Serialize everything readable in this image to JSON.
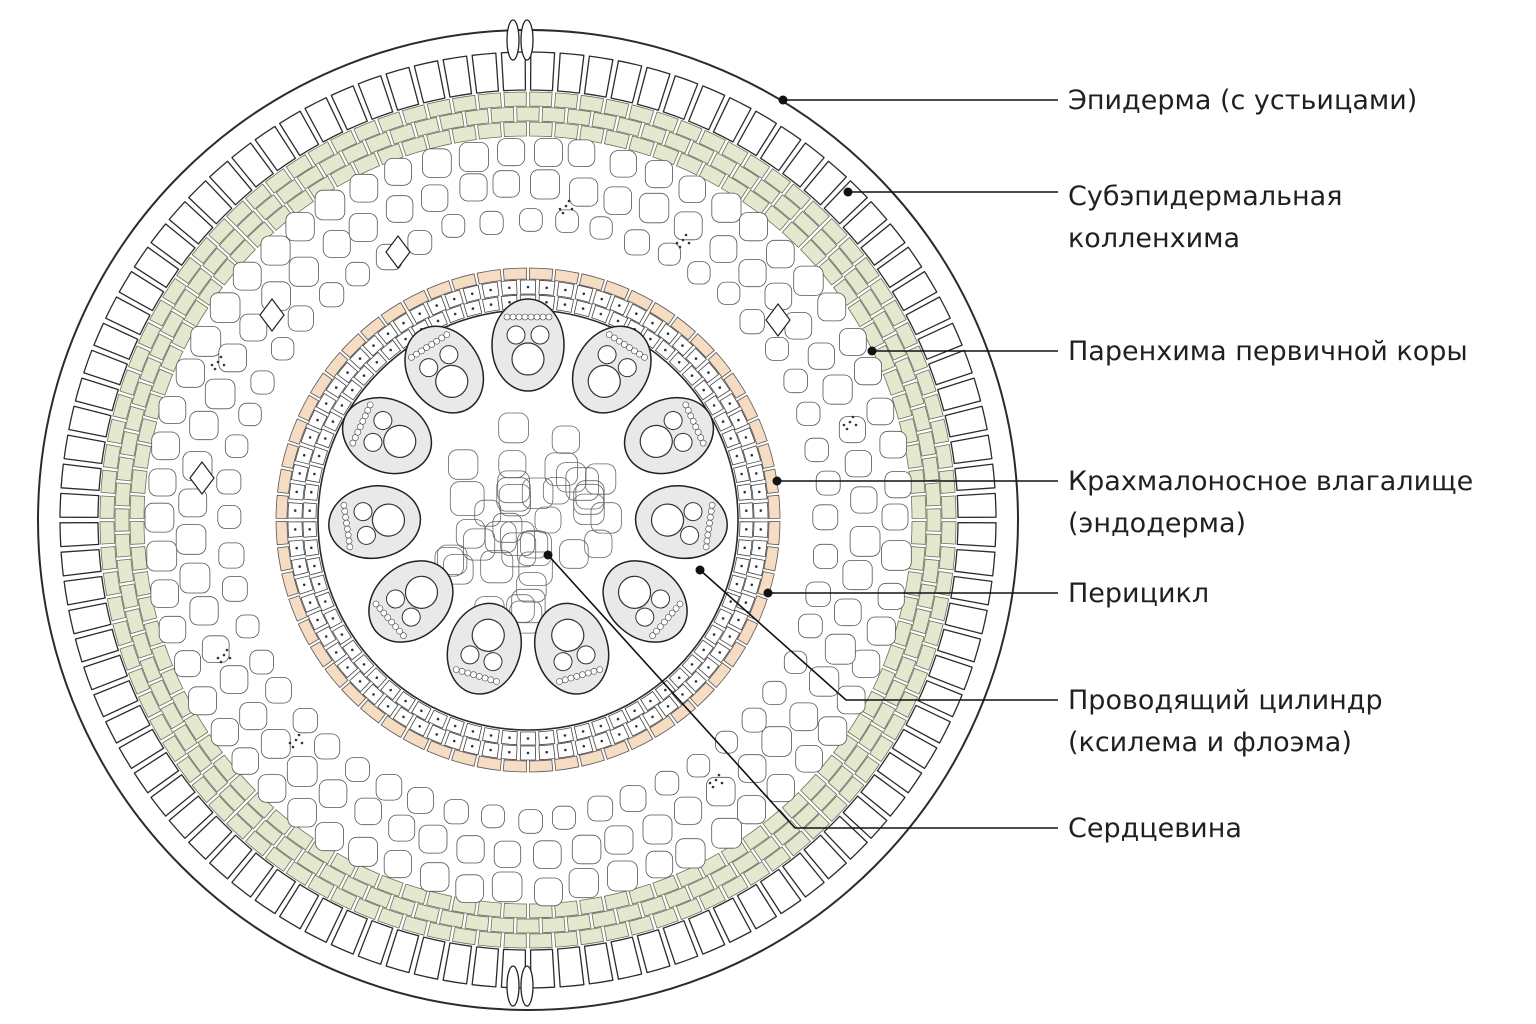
{
  "labels": {
    "epidermis": "Эпидерма (с устьицами)",
    "collenchyma_1": "Субэпидермальная",
    "collenchyma_2": "колленхима",
    "cortex": "Паренхима первичной коры",
    "endodermis_1": "Крахмалоносное влагалище",
    "endodermis_2": "(эндодерма)",
    "pericycle": "Перицикл",
    "vascular_1": "Проводящий цилиндр",
    "vascular_2": "(ксилема и флоэма)",
    "pith": "Сердцевина"
  },
  "colors": {
    "outline": "#2b2b2b",
    "collenchyma": "#e3e8cf",
    "endodermis": "#f6dcc2",
    "bundle": "#e9e9e9",
    "background": "#ffffff"
  }
}
